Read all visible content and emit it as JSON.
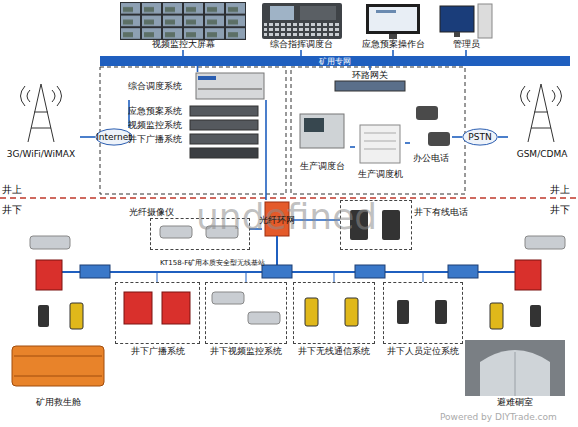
{
  "diagram": {
    "nodes": [
      {
        "text": [
          "视频监控大屏幕"
        ]
      },
      {
        "text": [
          "综合指挥调度台"
        ]
      },
      {
        "text": [
          "应急预案操作台"
        ]
      },
      {
        "text": [
          "管理员"
        ]
      },
      {
        "text": [
          "矿用专网"
        ]
      },
      {
        "text": [
          "综合调度系统"
        ]
      },
      {
        "text": [
          "应急预案系统"
        ]
      },
      {
        "text": [
          "视频监控系统"
        ]
      },
      {
        "text": [
          "井下广播系统"
        ]
      },
      {
        "text": [
          "Internet"
        ]
      },
      {
        "text": [
          "3G/WiFi/WiMAX"
        ]
      },
      {
        "text": [
          "环路网关"
        ]
      },
      {
        "text": [
          "生产调度台"
        ]
      },
      {
        "text": [
          "生产调度机"
        ]
      },
      {
        "text": [
          "办公电话"
        ]
      },
      {
        "text": [
          "PSTN"
        ]
      },
      {
        "text": [
          "GSM/CDMA"
        ]
      },
      {
        "text": [
          "光纤摄像仪"
        ]
      },
      {
        "text": [
          "光纤环网"
        ]
      },
      {
        "text": [
          "井下有线电话"
        ]
      },
      {
        "text": [
          "井下广播系统"
        ]
      },
      {
        "text": [
          "井下视频监控系统"
        ]
      },
      {
        "text": [
          "井下无线通信系统"
        ]
      },
      {
        "text": [
          "井下人员定位系统"
        ]
      },
      {
        "text": [
          "矿用救生舱"
        ]
      },
      {
        "text": [
          "避难硐室"
        ]
      }
    ],
    "edges": [
      {
        "from": 0,
        "to": 4,
        "arrow": "none"
      },
      {
        "from": 1,
        "to": 4,
        "arrow": "none"
      },
      {
        "from": 2,
        "to": 4,
        "arrow": "none"
      },
      {
        "from": 3,
        "to": 4,
        "arrow": "none"
      },
      {
        "from": 5,
        "to": 4,
        "arrow": "none"
      },
      {
        "from": 11,
        "to": 4,
        "arrow": "none"
      },
      {
        "from": 10,
        "to": 9,
        "arrow": "none"
      },
      {
        "from": 9,
        "to": 5,
        "arrow": "none"
      },
      {
        "from": 12,
        "to": 13,
        "arrow": "none"
      },
      {
        "from": 13,
        "to": 14,
        "arrow": "none"
      },
      {
        "from": 14,
        "to": 15,
        "arrow": "none"
      },
      {
        "from": 15,
        "to": 16,
        "arrow": "none"
      },
      {
        "from": 5,
        "to": 18,
        "arrow": "none"
      },
      {
        "from": 17,
        "to": 18,
        "arrow": "none"
      },
      {
        "from": 18,
        "to": 19,
        "arrow": "none"
      }
    ],
    "labels": [
      "井上",
      "井下",
      "井上",
      "井下",
      "KT158-F矿用本质安全型无线基站",
      "undefined",
      "Powered by DIYTrade.com"
    ]
  }
}
